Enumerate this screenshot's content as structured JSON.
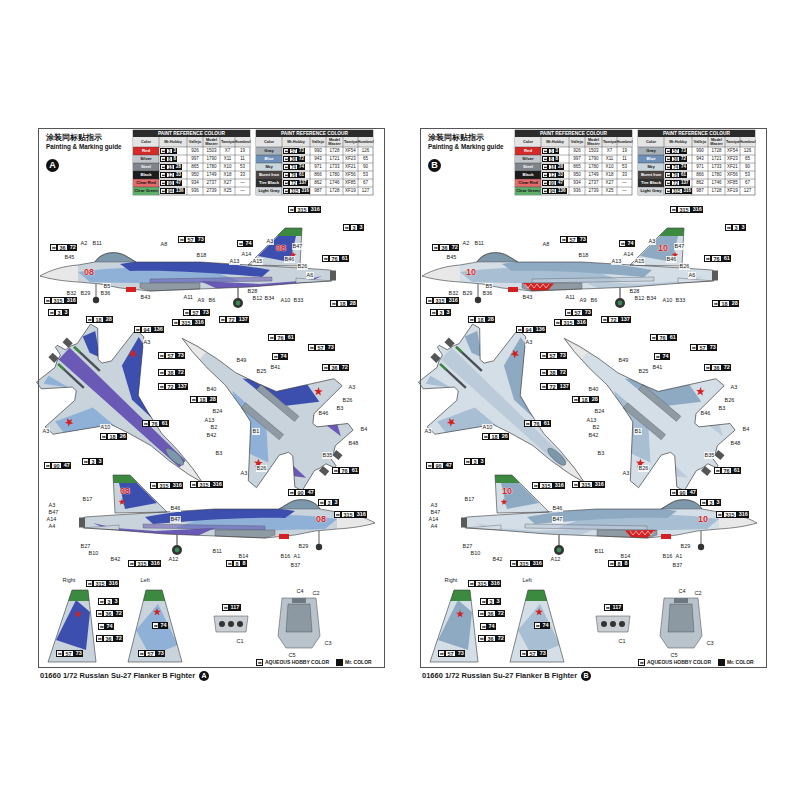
{
  "diagram": {
    "nodes": [
      {
        "text": [
          "涂装同标贴指示",
          "Painting & Marking guide"
        ]
      },
      {
        "text": [
          "A"
        ],
        "in": 0
      },
      {
        "text": [
          "A"
        ]
      },
      {
        "text": [
          "涂装同标贴指示",
          "Painting & Marking guide"
        ]
      },
      {
        "text": [
          "B"
        ],
        "in": 3
      },
      {
        "text": [
          "B"
        ]
      }
    ],
    "labels": [
      "PAINT REFERENCE COLOUR",
      "Color",
      "Mr.Hobby",
      "Vallejo",
      "Model Master",
      "Tamiya",
      "Humbrol",
      "Red",
      "3",
      "3",
      "926",
      "1503",
      "X7",
      "19",
      "Silver",
      "8",
      "8",
      "997",
      "1790",
      "X11",
      "11",
      "Steel",
      "18",
      "28",
      "865",
      "1780",
      "X10",
      "53",
      "Black",
      "12",
      "33",
      "950",
      "1749",
      "X18",
      "33",
      "Clear Red",
      "90",
      "47",
      "934",
      "2737",
      "X27",
      "—",
      "Clear Green",
      "94",
      "136",
      "936",
      "2739",
      "X25",
      "—",
      "PAINT REFERENCE COLOUR",
      "Color",
      "Mr.Hobby",
      "Vallejo",
      "Model Master",
      "Tamiya",
      "Humbrol",
      "Gray",
      "57",
      "73",
      "990",
      "1728",
      "XF54",
      "126",
      "Blue",
      "36",
      "72",
      "943",
      "1721",
      "XF23",
      "65",
      "Sky",
      "74",
      "74",
      "971",
      "1733",
      "XF21",
      "90",
      "Burnt Iron",
      "76",
      "61",
      "866",
      "1780",
      "XF56",
      "53",
      "Tire Black",
      "72",
      "137",
      "862",
      "1746",
      "XF85",
      "67",
      "Light Gray",
      "315",
      "316",
      "987",
      "1728",
      "XF19",
      "127",
      "315",
      "316",
      "57",
      "73",
      "74",
      "3",
      "3",
      "36",
      "72",
      "A2",
      "B11",
      "B45",
      "A8",
      "B18",
      "A3",
      "B47",
      "A13",
      "A14",
      "A15",
      "B46",
      "B26",
      "A6",
      "76",
      "61",
      "B32",
      "B29",
      "B36",
      "B5",
      "B43",
      "A11",
      "A9",
      "B6",
      "B28",
      "B12",
      "B34",
      "A10",
      "B33",
      "315",
      "316",
      "18",
      "28",
      "3",
      "3",
      "18",
      "28",
      "57",
      "73",
      "72",
      "137",
      "94",
      "136",
      "315",
      "316",
      "A3",
      "57",
      "73",
      "38",
      "72",
      "72",
      "137",
      "A3",
      "76",
      "61",
      "A10",
      "18",
      "26",
      "3",
      "3",
      "90",
      "47",
      "315",
      "316",
      "76",
      "61",
      "57",
      "73",
      "74",
      "36",
      "72",
      "B49",
      "B25",
      "B41",
      "B40",
      "18",
      "28",
      "B24",
      "A13",
      "B2",
      "B42",
      "A3",
      "B26",
      "B3",
      "B46",
      "B4",
      "B48",
      "B35",
      "76",
      "61",
      "B3",
      "B1",
      "A3",
      "B26",
      "315",
      "316",
      "90",
      "47",
      "3",
      "3",
      "B17",
      "A3",
      "B47",
      "A14",
      "A4",
      "B46",
      "B47",
      "315",
      "316",
      "B27",
      "B10",
      "B42",
      "A12",
      "B11",
      "B14",
      "B16",
      "A1",
      "B29",
      "B37",
      "315",
      "316",
      "8",
      "8",
      "Right",
      "Left",
      "315",
      "316",
      "3",
      "3",
      "36",
      "72",
      "74",
      "36",
      "72",
      "57",
      "73",
      "74",
      "57",
      "73",
      "117",
      "C1",
      "C4",
      "C2",
      "C3",
      "C5",
      "08",
      "08",
      "08",
      "08",
      "AQUEOUS HOBBY COLOR",
      "Mr. COLOR",
      "01660 1/72 Russian Su-27 Flanker B Fighter",
      "PAINT REFERENCE COLOUR",
      "Color",
      "Mr.Hobby",
      "Vallejo",
      "Model Master",
      "Tamiya",
      "Humbrol",
      "Red",
      "3",
      "3",
      "926",
      "1503",
      "X7",
      "19",
      "Silver",
      "8",
      "8",
      "997",
      "1790",
      "X11",
      "11",
      "Steel",
      "18",
      "28",
      "865",
      "1780",
      "X10",
      "53",
      "Black",
      "12",
      "33",
      "950",
      "1749",
      "X18",
      "33",
      "Clear Red",
      "90",
      "47",
      "934",
      "2737",
      "X27",
      "—",
      "Clear Green",
      "94",
      "136",
      "936",
      "2739",
      "X25",
      "—",
      "PAINT REFERENCE COLOUR",
      "Color",
      "Mr.Hobby",
      "Vallejo",
      "Model Master",
      "Tamiya",
      "Humbrol",
      "Gray",
      "57",
      "73",
      "990",
      "1728",
      "XF54",
      "126",
      "Blue",
      "36",
      "72",
      "943",
      "1721",
      "XF23",
      "65",
      "Sky",
      "74",
      "74",
      "971",
      "1733",
      "XF21",
      "90",
      "Burnt Iron",
      "76",
      "61",
      "866",
      "1780",
      "XF56",
      "53",
      "Tire Black",
      "72",
      "137",
      "862",
      "1746",
      "XF85",
      "67",
      "Light Gray",
      "315",
      "316",
      "987",
      "1728",
      "XF19",
      "127",
      "315",
      "316",
      "57",
      "73",
      "74",
      "3",
      "3",
      "36",
      "72",
      "A2",
      "B11",
      "B45",
      "A8",
      "B18",
      "A3",
      "B47",
      "A13",
      "A14",
      "A15",
      "B46",
      "B26",
      "A6",
      "76",
      "61",
      "B32",
      "B29",
      "B36",
      "B5",
      "B43",
      "A11",
      "A9",
      "B6",
      "B28",
      "B12",
      "B34",
      "A10",
      "B33",
      "315",
      "316",
      "18",
      "28",
      "3",
      "3",
      "18",
      "28",
      "57",
      "73",
      "72",
      "137",
      "94",
      "136",
      "315",
      "316",
      "A3",
      "57",
      "73",
      "38",
      "72",
      "72",
      "137",
      "A3",
      "76",
      "61",
      "A10",
      "18",
      "26",
      "3",
      "3",
      "90",
      "47",
      "315",
      "316",
      "76",
      "61",
      "57",
      "73",
      "74",
      "36",
      "72",
      "B49",
      "B25",
      "B41",
      "B40",
      "18",
      "28",
      "B24",
      "A13",
      "B2",
      "B42",
      "A3",
      "B26",
      "B3",
      "B46",
      "B4",
      "B48",
      "B35",
      "76",
      "61",
      "B3",
      "B1",
      "A3",
      "B26",
      "315",
      "316",
      "90",
      "47",
      "3",
      "3",
      "B17",
      "A3",
      "B47",
      "A14",
      "A4",
      "B46",
      "B47",
      "315",
      "316",
      "B27",
      "B10",
      "B42",
      "A12",
      "B11",
      "B14",
      "B16",
      "A1",
      "B29",
      "B37",
      "315",
      "316",
      "8",
      "8",
      "Right",
      "Left",
      "315",
      "316",
      "3",
      "3",
      "36",
      "72",
      "74",
      "36",
      "72",
      "57",
      "73",
      "74",
      "57",
      "73",
      "117",
      "C1",
      "C4",
      "C2",
      "C3",
      "C5",
      "10",
      "10",
      "10",
      "10",
      "AQUEOUS HOBBY COLOR",
      "Mr. COLOR",
      "01660 1/72 Russian Su-27 Flanker B Fighter"
    ]
  }
}
